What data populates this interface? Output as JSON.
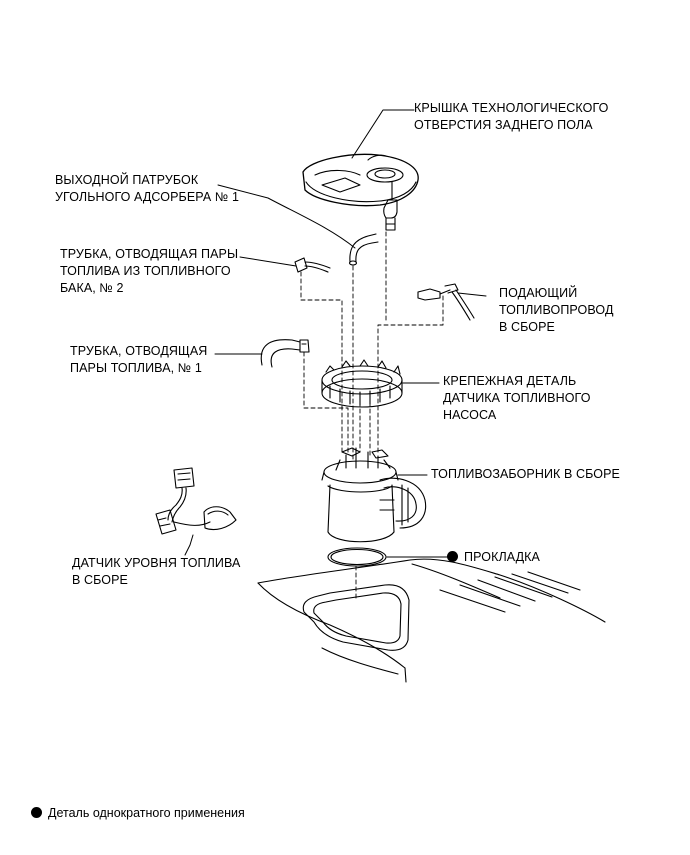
{
  "labels": {
    "rear_floor_service_hole_cover": [
      "КРЫШКА ТЕХНОЛОГИЧЕСКОГО",
      "ОТВЕРСТИЯ ЗАДНЕГО ПОЛА"
    ],
    "charcoal_canister_outlet_hose": [
      "ВЫХОДНОЙ ПАТРУБОК",
      "УГОЛЬНОГО АДСОРБЕРА № 1"
    ],
    "fuel_tank_vent_tube_no2": [
      "ТРУБКА, ОТВОДЯЩАЯ ПАРЫ",
      "ТОПЛИВА ИЗ ТОПЛИВНОГО",
      "БАКА, № 2"
    ],
    "fuel_main_tube": [
      "ПОДАЮЩИЙ",
      "ТОПЛИВОПРОВОД",
      "В СБОРЕ"
    ],
    "fuel_vent_tube_no1": [
      "ТРУБКА, ОТВОДЯЩАЯ",
      "ПАРЫ ТОПЛИВА, № 1"
    ],
    "fuel_pump_gauge_retainer": [
      "КРЕПЕЖНАЯ ДЕТАЛЬ",
      "ДАТЧИКА ТОПЛИВНОГО",
      "НАСОСА"
    ],
    "fuel_suction_assembly": [
      "ТОПЛИВОЗАБОРНИК В СБОРЕ"
    ],
    "gasket": [
      "ПРОКЛАДКА"
    ],
    "fuel_sender_gauge": [
      "ДАТЧИК УРОВНЯ ТОПЛИВА",
      "В СБОРЕ"
    ]
  },
  "footnote": "Деталь однократного применения",
  "icons": {
    "non_reusable_marker": "filled-circle-icon"
  }
}
